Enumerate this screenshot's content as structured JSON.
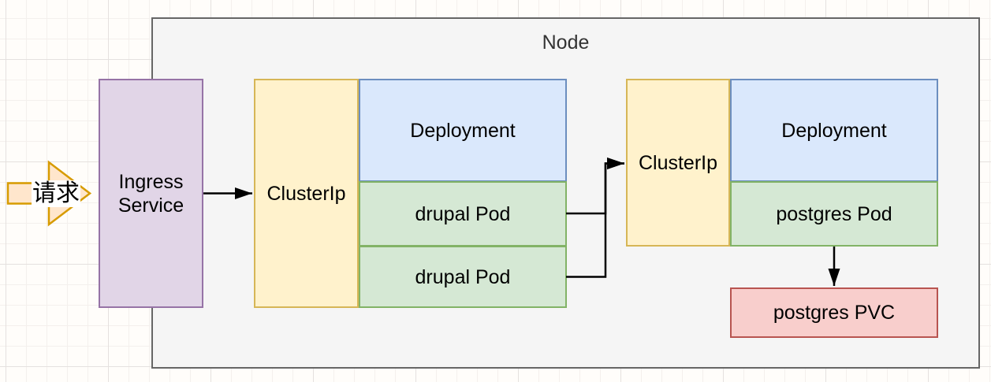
{
  "diagram": {
    "title": "Node",
    "request": {
      "label": "请求"
    },
    "ingress_service": {
      "label": "Ingress Service"
    },
    "frontend": {
      "cluster_ip": "ClusterIp",
      "deployment": "Deployment",
      "pods": [
        "drupal Pod",
        "drupal Pod"
      ]
    },
    "backend": {
      "cluster_ip": "ClusterIp",
      "deployment": "Deployment",
      "pod": "postgres Pod",
      "pvc": "postgres PVC"
    }
  },
  "colors": {
    "canvas_background": "#fffdfa",
    "grid_line": "#f4f0ed",
    "grid_line_major": "#e5e1df",
    "node_fill": "#f5f5f5",
    "node_stroke": "#666666",
    "node_text": "#333333",
    "ingress_fill": "#e1d5e7",
    "ingress_stroke": "#9673a6",
    "clusterip_fill": "#fff2cc",
    "clusterip_stroke": "#d6b656",
    "deployment_fill": "#dae8fc",
    "deployment_stroke": "#6c8ebf",
    "pod_fill": "#d5e8d4",
    "pod_stroke": "#82b366",
    "pvc_fill": "#f8cecc",
    "pvc_stroke": "#b85450",
    "request_fill": "#ffe6cc",
    "request_stroke": "#d79b00",
    "connector": "#000000",
    "label_text": "#000000"
  }
}
